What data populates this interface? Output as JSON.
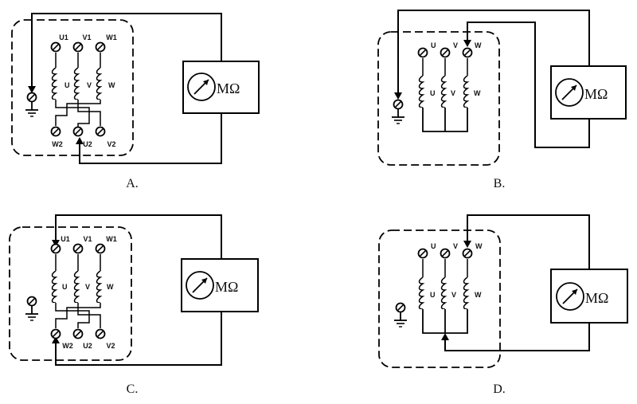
{
  "panels": [
    {
      "caption": "A.",
      "top_labels": [
        "U1",
        "V1",
        "W1"
      ],
      "winding_labels": [
        "U",
        "V",
        "W"
      ],
      "bottom_labels": [
        "W2",
        "U2",
        "V2"
      ],
      "meter_label": "MΩ"
    },
    {
      "caption": "B.",
      "top_labels": [
        "U",
        "V",
        "W"
      ],
      "winding_labels": [
        "U",
        "V",
        "W"
      ],
      "meter_label": "MΩ"
    },
    {
      "caption": "C.",
      "top_labels": [
        "U1",
        "V1",
        "W1"
      ],
      "winding_labels": [
        "U",
        "V",
        "W"
      ],
      "bottom_labels": [
        "W2",
        "U2",
        "V2"
      ],
      "meter_label": "MΩ"
    },
    {
      "caption": "D.",
      "top_labels": [
        "U",
        "V",
        "W"
      ],
      "winding_labels": [
        "U",
        "V",
        "W"
      ],
      "meter_label": "MΩ"
    }
  ]
}
